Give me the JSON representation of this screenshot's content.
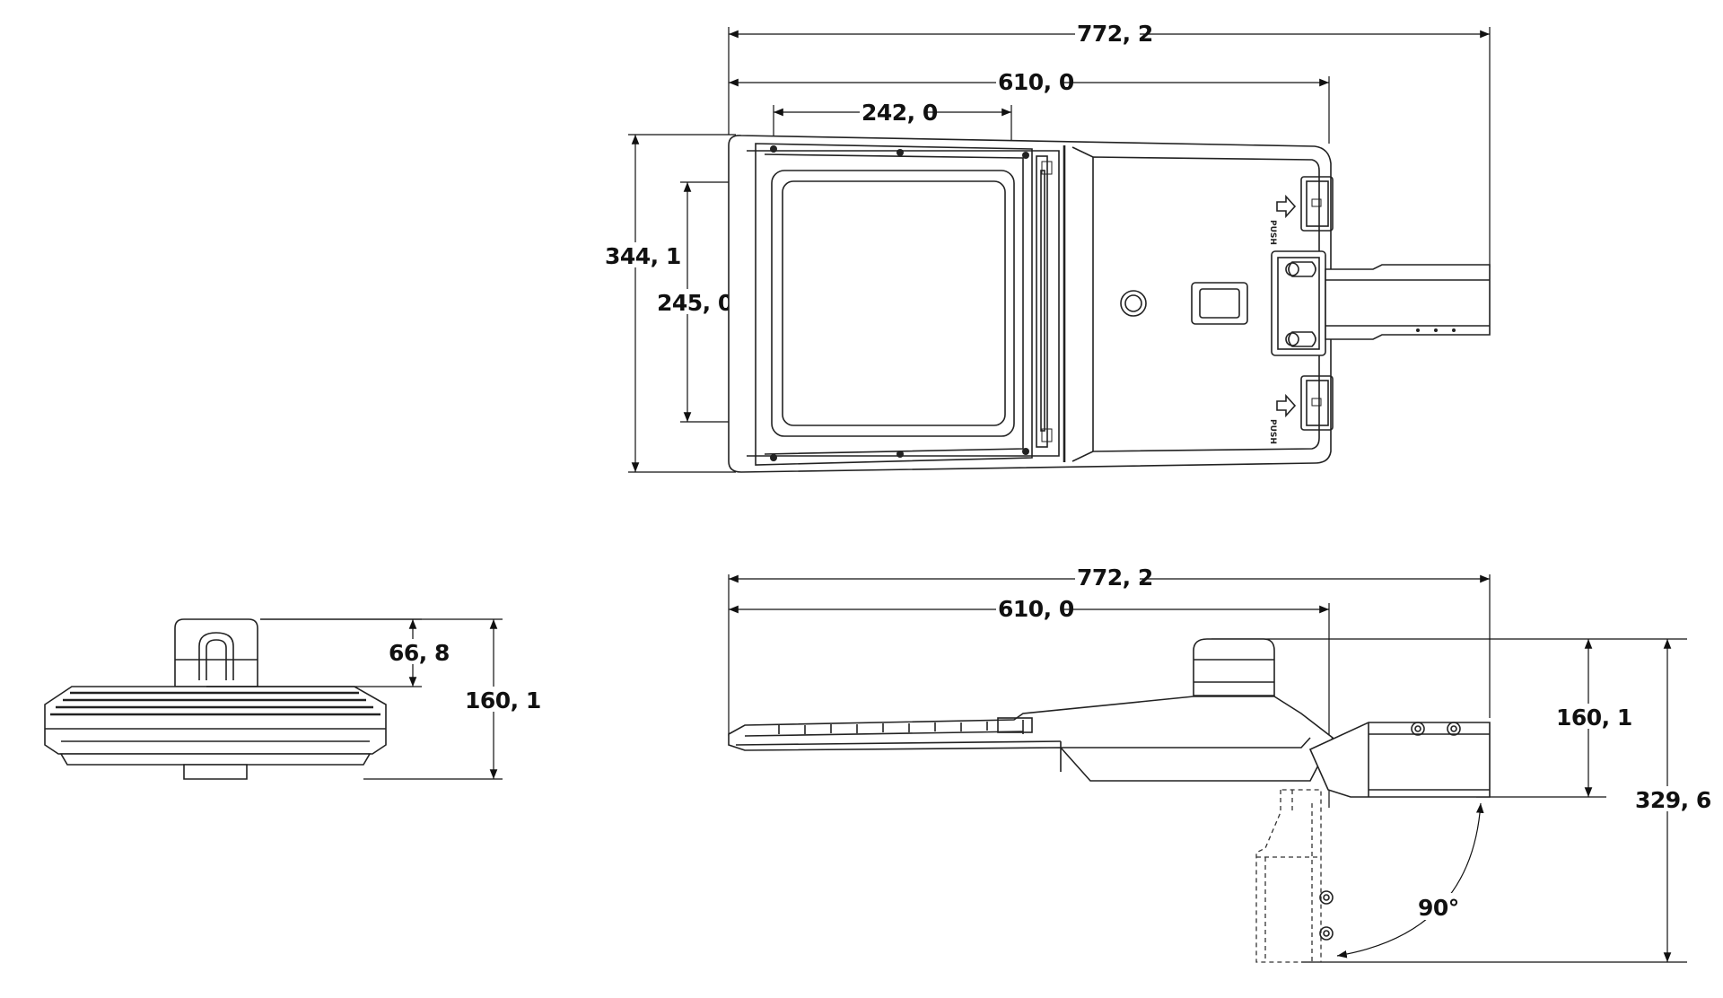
{
  "top_view": {
    "overall_length": "772, 2",
    "body_length": "610, 0",
    "lens_width": "242, 0",
    "overall_width": "344, 1",
    "lens_height": "245, 0",
    "push_label_1": "PUSH",
    "push_label_2": "PUSH"
  },
  "end_view": {
    "sensor_height": "66, 8",
    "total_height": "160, 1"
  },
  "side_view": {
    "overall_length": "772, 2",
    "body_length": "610, 0",
    "height": "160, 1",
    "height_with_pole": "329, 6",
    "angle": "90°"
  }
}
